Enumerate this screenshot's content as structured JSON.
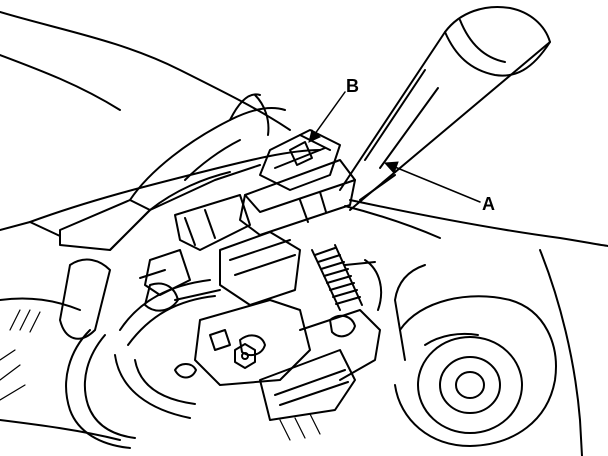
{
  "figure": {
    "callouts": [
      {
        "id": "A",
        "label": "A",
        "target": "steering-column-cover"
      },
      {
        "id": "B",
        "label": "B",
        "target": "connector-clip"
      }
    ],
    "colors": {
      "ink": "#000000",
      "paper": "#ffffff"
    }
  }
}
